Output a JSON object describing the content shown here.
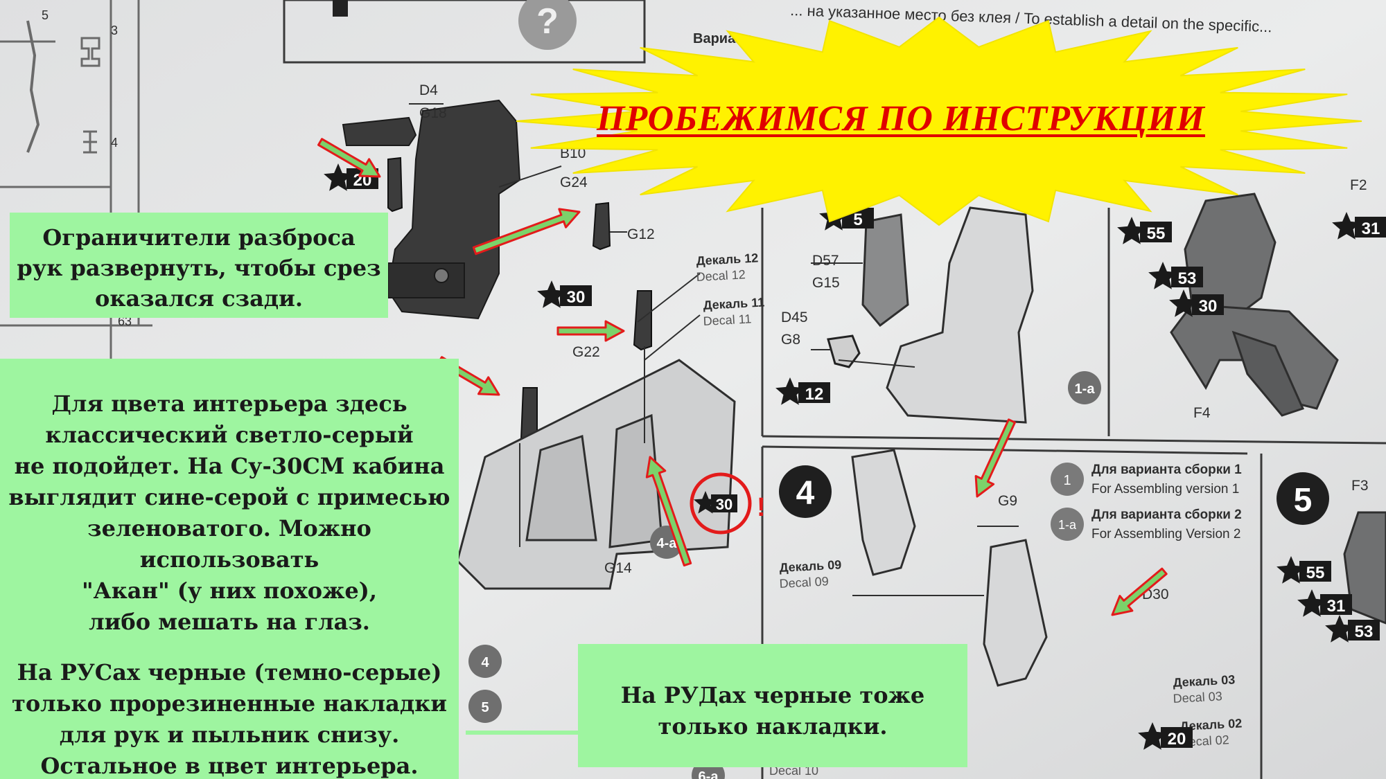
{
  "title": "ПРОБЕЖИМСЯ ПО ИНСТРУКЦИИ",
  "notes": {
    "limiters": "Ограничители разброса\nрук развернуть, чтобы срез\nоказался сзади.",
    "interior": "Для цвета интерьера здесь\nклассический светло-серый\nне подойдет. На Су-30СМ кабина\nвыглядит сине-серой с примесью\nзеленоватого. Можно использовать\n\"Акан\" (у них похоже),\nлибо мешать на глаз.",
    "rus": "На РУСах черные (темно-серые)\nтолько прорезиненные накладки\nдля рук и пыльник снизу.\nОстальное в цвет интерьера.",
    "rud": "На РУДах черные тоже\nтолько накладки."
  },
  "instruction_header": "... на указанное место без клея / To establish a detail on the specific...",
  "header_partial": "Вариант",
  "parts": [
    "D4",
    "G18",
    "B10",
    "G24",
    "G12",
    "G22",
    "G14",
    "D57",
    "G15",
    "D45",
    "G8",
    "G9",
    "F2",
    "F3",
    "F4",
    "D30"
  ],
  "decals": [
    {
      "ru": "Декаль 12",
      "en": "Decal 12"
    },
    {
      "ru": "Декаль 11",
      "en": "Decal 11"
    },
    {
      "ru": "Декаль 09",
      "en": "Decal 09"
    },
    {
      "ru": "Декаль 03",
      "en": "Decal 03"
    },
    {
      "ru": "Декаль 02",
      "en": "Decal 02"
    },
    {
      "en": "Decal 10"
    }
  ],
  "assembly_variants": [
    {
      "num": "1",
      "ru": "Для варианта сборки 1",
      "en": "For Assembling version 1"
    },
    {
      "num": "1-a",
      "ru": "Для варианта сборки 2",
      "en": "For Assembling Version 2"
    }
  ],
  "steps": [
    "4",
    "5"
  ],
  "step_refs": [
    "1-a",
    "4-a",
    "4",
    "5",
    "6-a"
  ],
  "paint_codes": [
    "20",
    "30",
    "12",
    "55",
    "31",
    "53",
    "5",
    "20",
    "30",
    "55",
    "31",
    "53"
  ],
  "sprue_numbers": [
    "5",
    "3",
    "4",
    "63"
  ],
  "highlight_mark": "!",
  "colors": {
    "callout_bg": "#9ef5a0",
    "title_text": "#e00000",
    "star_burst": "#fff200",
    "arrow_fill": "#7cd26a",
    "arrow_outline": "#e31b1b",
    "circle_mark": "#e31b1b",
    "paper": "#e6e7e8",
    "line_art": "#2e2e2e"
  }
}
